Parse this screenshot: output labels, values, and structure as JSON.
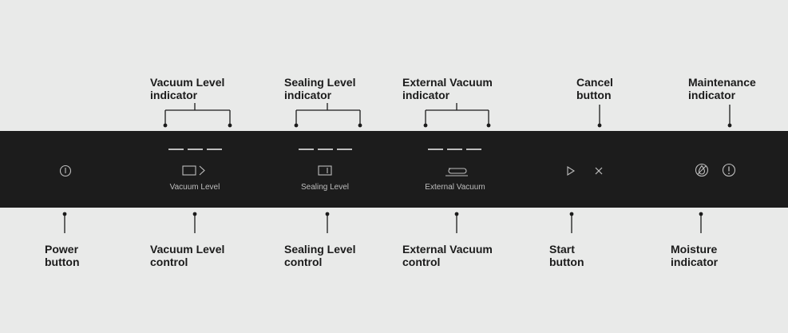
{
  "labels": {
    "vacuum_level_indicator": "Vacuum Level\nindicator",
    "sealing_level_indicator": "Sealing Level\nindicator",
    "external_vacuum_indicator": "External Vacuum\nindicator",
    "cancel_button": "Cancel\nbutton",
    "maintenance_indicator": "Maintenance\nindicator",
    "power_button": "Power\nbutton",
    "vacuum_level_control": "Vacuum Level\ncontrol",
    "sealing_level_control": "Sealing Level\ncontrol",
    "external_vacuum_control": "External Vacuum\ncontrol",
    "start_button": "Start\nbutton",
    "moisture_indicator": "Moisture\nindicator"
  },
  "panel": {
    "vacuum_level": "Vacuum Level",
    "sealing_level": "Sealing Level",
    "external_vacuum": "External Vacuum"
  },
  "colors": {
    "background": "#e9eae9",
    "panel": "#1c1c1c",
    "panel_glyph": "#bdbdbd",
    "callout_line": "#1b1b1b"
  },
  "icons": [
    "power-icon",
    "vacuum-level-icon",
    "sealing-level-icon",
    "external-vacuum-icon",
    "start-icon",
    "cancel-icon",
    "moisture-icon",
    "maintenance-icon"
  ]
}
